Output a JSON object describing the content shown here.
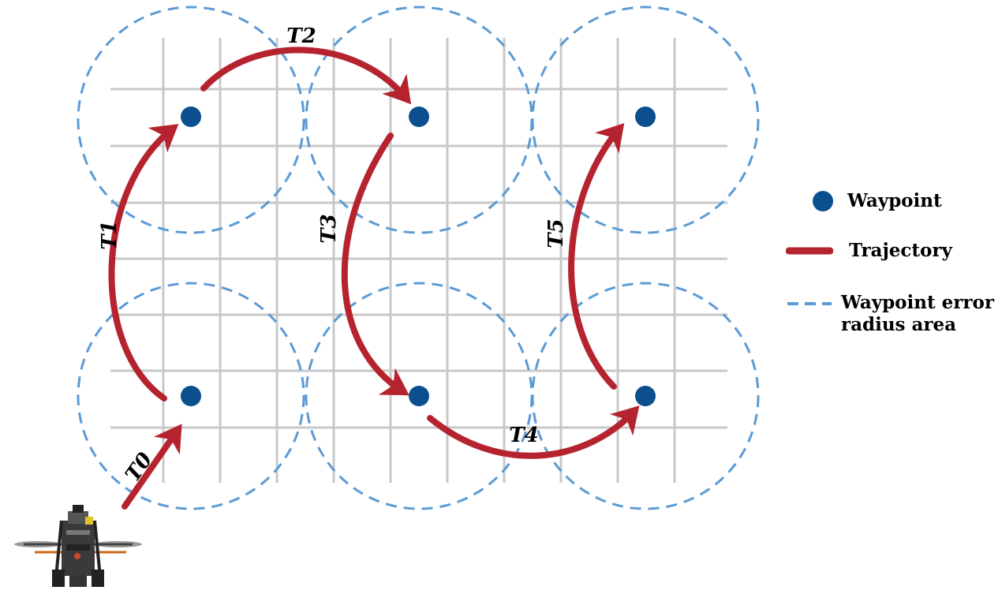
{
  "trajectories": [
    {
      "id": "T0",
      "label": "T0"
    },
    {
      "id": "T1",
      "label": "T1"
    },
    {
      "id": "T2",
      "label": "T2"
    },
    {
      "id": "T3",
      "label": "T3"
    },
    {
      "id": "T4",
      "label": "T4"
    },
    {
      "id": "T5",
      "label": "T5"
    }
  ],
  "legend": {
    "waypoint": "Waypoint",
    "trajectory": "Trajectory",
    "error_line1": "Waypoint error",
    "error_line2": "radius area"
  },
  "colors": {
    "waypoint": "#0b4f8f",
    "trajectory": "#b5232e",
    "error_radius": "#5b9bd5",
    "grid": "#c8c8c8"
  },
  "icons": {
    "drone": "quadcopter-drone-icon"
  }
}
